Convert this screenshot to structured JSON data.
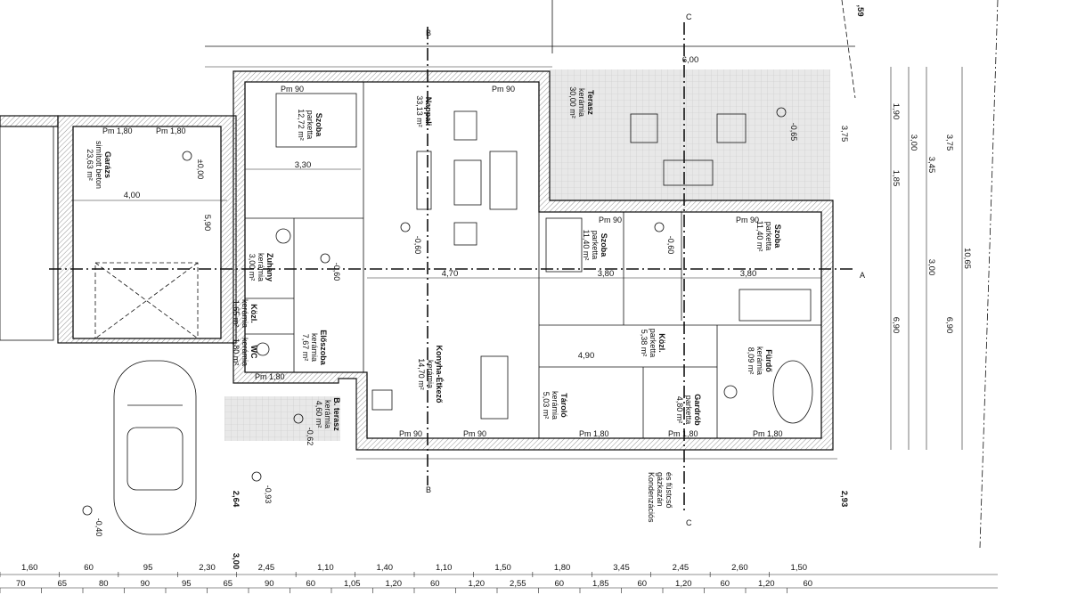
{
  "plan": {
    "rooms": [
      {
        "name": "Garázs",
        "floor": "simított beton",
        "area": "23,63 m²"
      },
      {
        "name": "Szoba",
        "floor": "parketta",
        "area": "12,72 m²"
      },
      {
        "name": "Nappali",
        "floor": "",
        "area": "33,13 m²"
      },
      {
        "name": "Terasz",
        "floor": "kerámia",
        "area": "30,00 m²"
      },
      {
        "name": "Szoba",
        "floor": "parketta",
        "area": "11,40 m²"
      },
      {
        "name": "Szoba",
        "floor": "parketta",
        "area": "11,40 m²"
      },
      {
        "name": "Zuhany",
        "floor": "kerámia",
        "area": "3,00 m²"
      },
      {
        "name": "Közl.",
        "floor": "kerámia",
        "area": "1,65 m²"
      },
      {
        "name": "WC",
        "floor": "kerámia",
        "area": "1,80 m²"
      },
      {
        "name": "Előszoba",
        "floor": "kerámia",
        "area": "7,67 m²"
      },
      {
        "name": "Konyha-Étkező",
        "floor": "kerámia",
        "area": "14,70 m²"
      },
      {
        "name": "Tároló",
        "floor": "kerámia",
        "area": "5,03 m²"
      },
      {
        "name": "Közl.",
        "floor": "parketta",
        "area": "5,38 m²"
      },
      {
        "name": "Gardrób",
        "floor": "parketta",
        "area": "4,80 m²"
      },
      {
        "name": "Fürdő",
        "floor": "kerámia",
        "area": "8,09 m²"
      },
      {
        "name": "B. terasz",
        "floor": "kerámia",
        "area": "4,60 m²"
      }
    ],
    "levels": {
      "garage": "±0,00",
      "living": "-0,60",
      "bedroom": "-0,60",
      "terrace": "-0,65",
      "shower": "-0,60",
      "entry_terrace": "-0,62",
      "outside_front": "-0,93",
      "outside_car": "-0,40"
    },
    "windows": {
      "pm90": "Pm 90",
      "pm180": "Pm 1,80"
    },
    "sections": {
      "a": "A",
      "b": "B",
      "c": "C"
    },
    "note": [
      "Kondenzációs",
      "gázkazán",
      "és füstcső"
    ],
    "dims": {
      "garage_width": "4,00",
      "garage_depth": "5,90",
      "bedroom_width": "3,30",
      "living_width": "4,70",
      "room_width_a": "3,80",
      "room_width_b": "3,80",
      "kitchen_width": "4,90",
      "terrace_width": "6,00",
      "terrace_depth": "3,75",
      "bottom_row1": [
        "1,60",
        "60",
        "95",
        "2,30",
        "2,45",
        "1,10",
        "1,40",
        "1,10",
        "1,50",
        "1,80",
        "3,45",
        "2,45",
        "2,60",
        "1,50"
      ],
      "bottom_row2": [
        "70",
        "65",
        "80",
        "90",
        "95",
        "65",
        "90",
        "60",
        "1,05",
        "1,20",
        "60",
        "1,20",
        "2,55",
        "60",
        "1,85",
        "60",
        "1,20",
        "60",
        "1,20",
        "60"
      ],
      "right_col1": [
        "1,90",
        "1,85",
        "6,90"
      ],
      "right_col2": [
        "3,00",
        "3,00"
      ],
      "right_col3": [
        "3,75",
        "6,90"
      ],
      "right_total": "10,65",
      "left_edge": "3,00",
      "side_264": "2,64",
      "side_293": "2,93",
      "top_59": ",59",
      "right_345": "3,45"
    }
  }
}
